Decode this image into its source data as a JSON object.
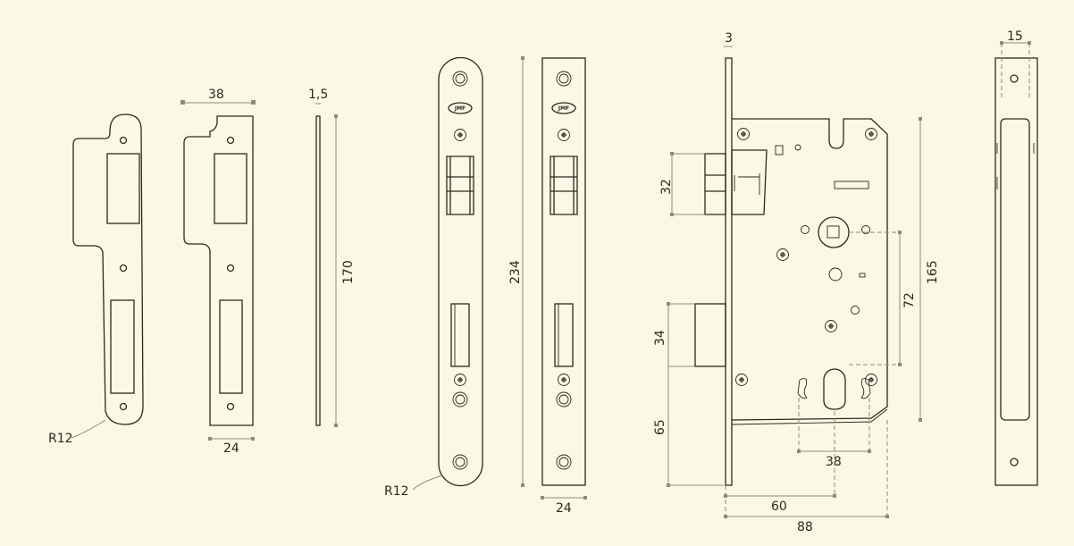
{
  "drawing": {
    "title": "Mortise lock technical drawing",
    "logo_text": "JMF",
    "background": "#fbf9e3",
    "line_color": "#2a2a22",
    "dimension_color": "#8d8c7c",
    "dimensions": {
      "strike_radius": "R12",
      "strike_width_top": "38",
      "strike_width_bottom": "24",
      "plate_thickness": "1,5",
      "plate_height": "170",
      "faceplate_radius": "R12",
      "faceplate_height": "234",
      "faceplate_width": "24",
      "faceplate_thickness": "3",
      "latch_height": "32",
      "bolt_height": "34",
      "bolt_offset": "65",
      "case_height": "165",
      "handle_to_cylinder": "72",
      "cylinder_width": "38",
      "backset": "60",
      "case_depth": "88",
      "side_width": "15"
    }
  }
}
